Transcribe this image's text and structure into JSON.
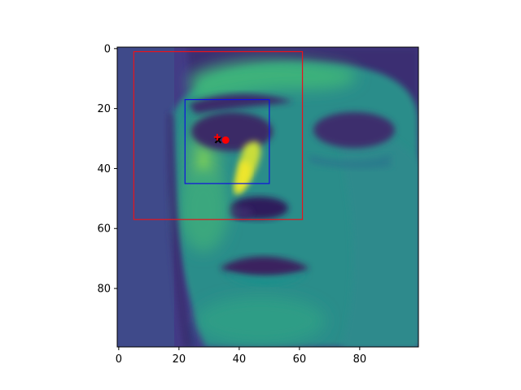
{
  "chart_data": {
    "type": "heatmap",
    "title": "",
    "xlabel": "",
    "ylabel": "",
    "colormap": "viridis",
    "image_size": [
      100,
      100
    ],
    "xlim": [
      -0.5,
      99.5
    ],
    "ylim": [
      99.5,
      -0.5
    ],
    "y_axis_inverted": true,
    "grid": false,
    "legend": "none",
    "xticks": [
      0,
      20,
      40,
      60,
      80
    ],
    "yticks": [
      0,
      20,
      40,
      60,
      80
    ],
    "xtick_labels": [
      "0",
      "20",
      "40",
      "60",
      "80"
    ],
    "ytick_labels": [
      "0",
      "20",
      "40",
      "60",
      "80"
    ],
    "overlays": {
      "boxes": [
        {
          "name": "outer box",
          "color": "#e8141c",
          "x0": 5,
          "y0": 1,
          "x1": 61,
          "y1": 57
        },
        {
          "name": "inner box",
          "color": "#1010e0",
          "x0": 22,
          "y0": 17,
          "x1": 50,
          "y1": 45
        }
      ],
      "markers": [
        {
          "marker": "x",
          "color": "#000000",
          "x": 33,
          "y": 30.5
        },
        {
          "marker": "+",
          "color": "#ff0000",
          "x": 32.7,
          "y": 29.5
        },
        {
          "marker": "circle",
          "color": "#ff0000",
          "x": 35.5,
          "y": 30.5
        }
      ]
    }
  }
}
